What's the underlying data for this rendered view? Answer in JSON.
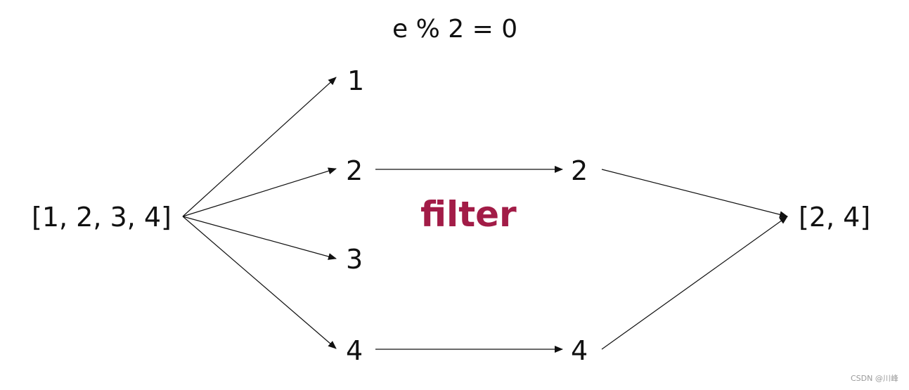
{
  "condition": "e % 2 = 0",
  "operation": "filter",
  "operation_color": "#a21c47",
  "input": "[1, 2, 3, 4]",
  "elements": [
    "1",
    "2",
    "3",
    "4"
  ],
  "results": [
    "2",
    "4"
  ],
  "output": "[2, 4]",
  "watermark": "CSDN @川峰"
}
